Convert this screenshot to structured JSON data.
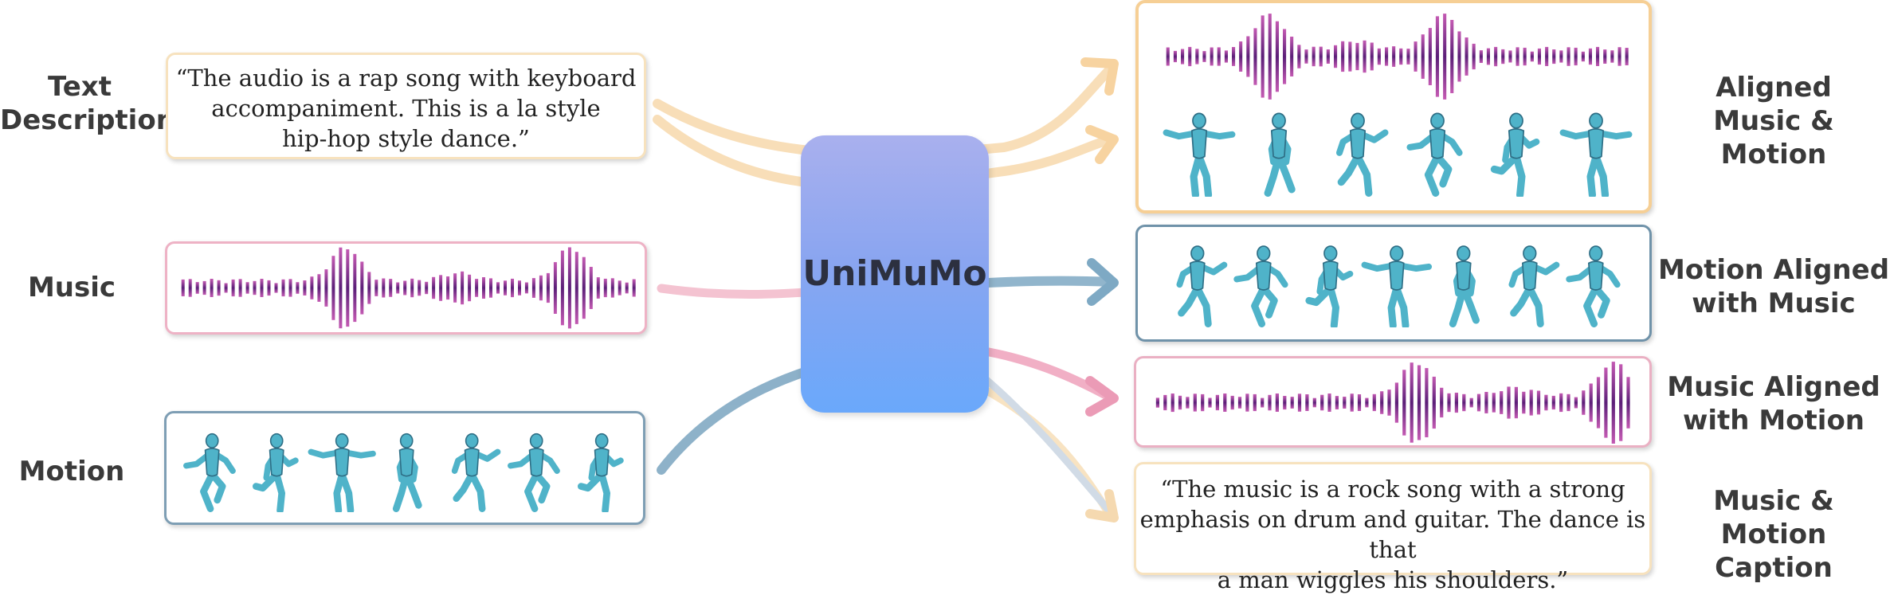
{
  "inputs": {
    "text_label_line1": "Text",
    "text_label_line2": "Description",
    "text_quote_line1": "“The audio is a rap song  with keyboard",
    "text_quote_line2": "accompaniment. This is a la style",
    "text_quote_line3": "hip-hop style dance.”",
    "music_label": "Music",
    "motion_label": "Motion"
  },
  "model": {
    "name": "UniMuMo"
  },
  "outputs": {
    "aligned_line1": "Aligned",
    "aligned_line2": "Music & Motion",
    "motion_aligned_line1": "Motion Aligned",
    "motion_aligned_line2": "with Music",
    "music_aligned_line1": "Music Aligned",
    "music_aligned_line2": "with Motion",
    "caption_line1": "Music & Motion",
    "caption_line2": "Caption",
    "caption_quote_line1": "“The music is a rock song with a strong",
    "caption_quote_line2": "emphasis on drum and guitar. The dance is that",
    "caption_quote_line3": "a man wiggles his shoulders.”"
  },
  "colors": {
    "text_flow": "#f7cf95",
    "music_flow": "#f0a7bd",
    "motion_flow": "#6e97b3",
    "figure": "#4fb3c9",
    "wave_light": "#c45ab3",
    "wave_dark": "#5b1f78"
  }
}
